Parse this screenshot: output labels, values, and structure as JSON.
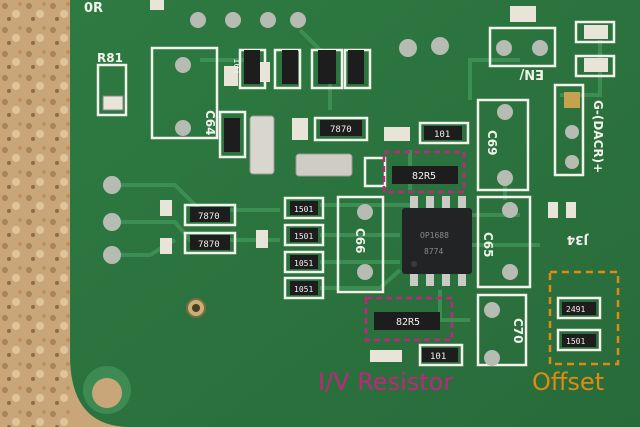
{
  "photo": {
    "subject": "",
    "colors": {
      "cork": "#c9a57a",
      "pcb": "#2f7a43",
      "pcb_dark": "#245f33",
      "silkscreen": "#f2f2ea",
      "magenta": "#c0267e",
      "orange": "#e08a12"
    }
  },
  "annotations": {
    "iv_resistor": "I/V Resistor",
    "offset": "Offset"
  },
  "silkscreen": {
    "r81": "R81",
    "c64": "C64",
    "c69": "C69",
    "c65": "C65",
    "c66": "C66",
    "c70": "C70",
    "en": "EN/",
    "g_dacr": "G-(DACR)+",
    "j34": "J34",
    "r_top_left": "0R"
  },
  "components": {
    "resistor_7870_a": "7870",
    "resistor_7870_b": "7870",
    "resistor_7870_c": "7870",
    "resistor_1501_a": "1501",
    "resistor_1501_b": "1501",
    "resistor_1051_a": "1051",
    "resistor_1051_b": "1051",
    "resistor_101_a": "101",
    "resistor_101_b": "101",
    "resistor_101_c": "101",
    "resistor_82r5_a": "82R5",
    "resistor_82r5_b": "82R5",
    "resistor_2491": "2491",
    "resistor_1501_offset": "1501",
    "opamp_top": "OP1688",
    "opamp_bottom": "8774"
  }
}
